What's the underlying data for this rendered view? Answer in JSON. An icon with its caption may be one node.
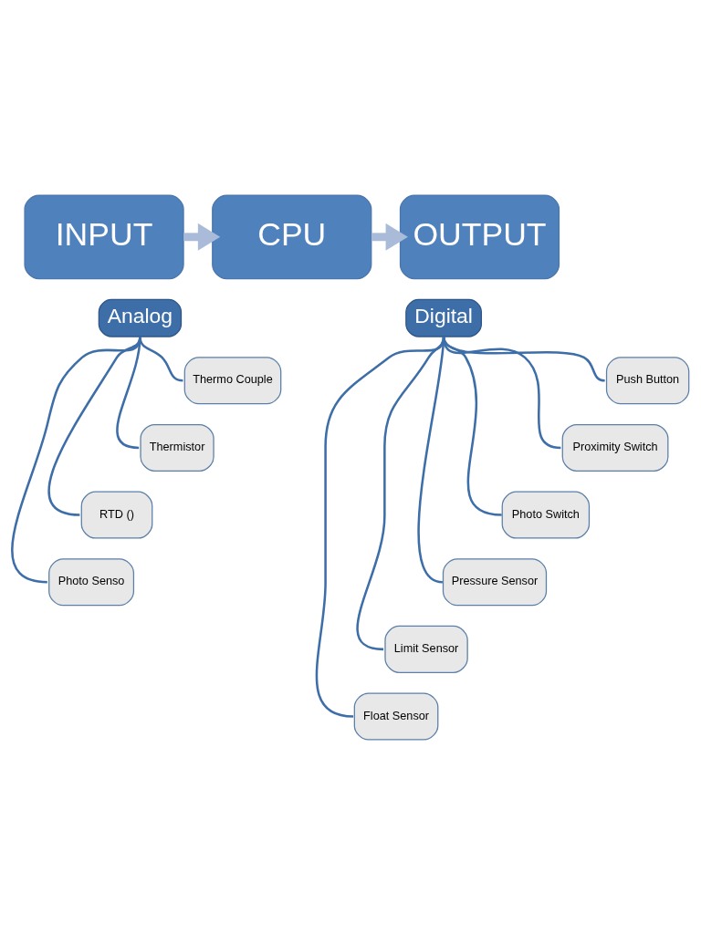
{
  "diagram": {
    "nodes": [
      {
        "text": [
          "INPUT"
        ]
      },
      {
        "text": [
          "CPU"
        ]
      },
      {
        "text": [
          "OUTPUT"
        ]
      },
      {
        "text": [
          "Analog"
        ]
      },
      {
        "text": [
          "Thermo Couple"
        ]
      },
      {
        "text": [
          "Thermistor"
        ]
      },
      {
        "text": [
          "RTD ()"
        ]
      },
      {
        "text": [
          "Photo Senso"
        ]
      },
      {
        "text": [
          "Digital"
        ]
      },
      {
        "text": [
          "Push Button"
        ]
      },
      {
        "text": [
          "Proximity Switch"
        ]
      },
      {
        "text": [
          "Photo Switch"
        ]
      },
      {
        "text": [
          "Pressure Sensor"
        ]
      },
      {
        "text": [
          "Limit Sensor"
        ]
      },
      {
        "text": [
          "Float Sensor"
        ]
      }
    ],
    "edges": [
      {
        "from": 0,
        "to": 1,
        "arrow": "to",
        "style": "thick",
        "color": "#a9bbd8"
      },
      {
        "from": 1,
        "to": 2,
        "arrow": "to",
        "style": "thick",
        "color": "#a9bbd8"
      },
      {
        "from": 3,
        "to": 4,
        "arrow": "none"
      },
      {
        "from": 3,
        "to": 5,
        "arrow": "none"
      },
      {
        "from": 3,
        "to": 6,
        "arrow": "none"
      },
      {
        "from": 3,
        "to": 7,
        "arrow": "none"
      },
      {
        "from": 8,
        "to": 9,
        "arrow": "none"
      },
      {
        "from": 8,
        "to": 10,
        "arrow": "none"
      },
      {
        "from": 8,
        "to": 11,
        "arrow": "none"
      },
      {
        "from": 8,
        "to": 12,
        "arrow": "none"
      },
      {
        "from": 8,
        "to": 13,
        "arrow": "none"
      },
      {
        "from": 8,
        "to": 14,
        "arrow": "none"
      }
    ]
  }
}
